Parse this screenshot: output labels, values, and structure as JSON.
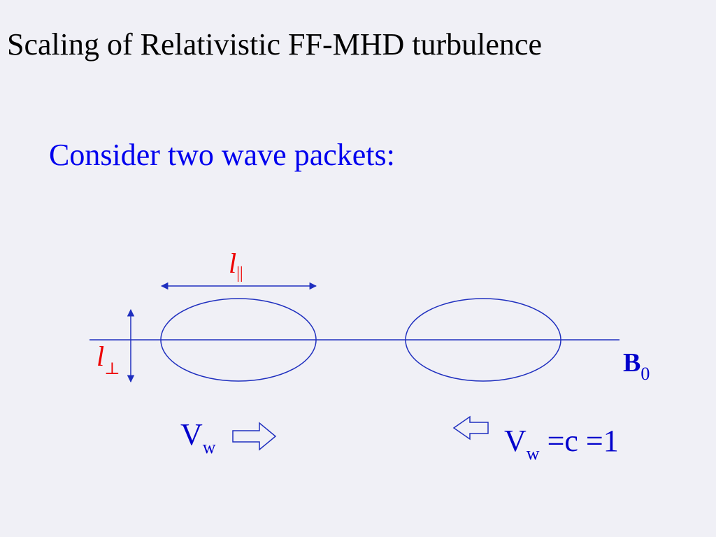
{
  "slide": {
    "title": "Scaling of Relativistic FF-MHD turbulence",
    "bullet": "Consider two wave packets:"
  },
  "diagram": {
    "parallel_label": {
      "symbol": "l",
      "subscript": "||"
    },
    "perp_label": {
      "symbol": "l",
      "subscript": "⊥"
    },
    "field_label": {
      "symbol": "B",
      "subscript": "0"
    },
    "left_velocity": {
      "symbol": "V",
      "subscript": "w"
    },
    "right_velocity": {
      "symbol": "V",
      "subscript": "w",
      "suffix": " =c =1"
    }
  },
  "colors": {
    "line": "#1f2fbf",
    "label_red": "#ee0000",
    "label_blue": "#0000cc",
    "bullet": "#0000ee",
    "background": "#f0f0f6"
  }
}
